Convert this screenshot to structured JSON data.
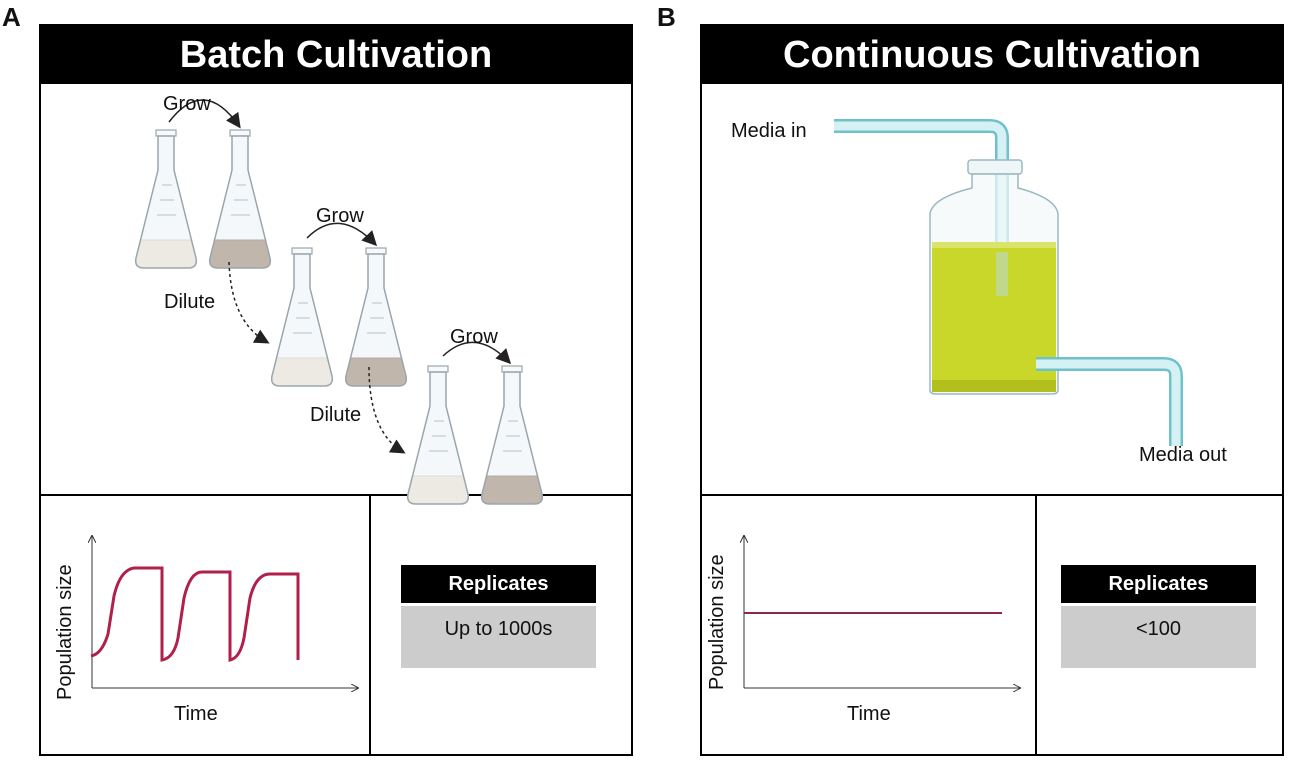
{
  "panels": {
    "a": {
      "letter": "A",
      "title": "Batch Cultivation",
      "grow_labels": [
        "Grow",
        "Grow",
        "Grow"
      ],
      "dilute_labels": [
        "Dilute",
        "Dilute"
      ],
      "plot": {
        "ylabel": "Population size",
        "xlabel": "Time",
        "line_color": "#b0204a"
      },
      "replicates": {
        "header": "Replicates",
        "value": "Up to 1000s"
      }
    },
    "b": {
      "letter": "B",
      "title": "Continuous Cultivation",
      "media_in": "Media in",
      "media_out": "Media out",
      "plot": {
        "ylabel": "Population size",
        "xlabel": "Time",
        "line_color": "#8b2a44"
      },
      "replicates": {
        "header": "Replicates",
        "value": "<100"
      }
    }
  },
  "colors": {
    "light_media": "#e8dcc4",
    "dark_media": "#7a5a3a",
    "green_media": "#c9d62a",
    "tube": "#a8dde3"
  },
  "icons": [
    "erlenmeyer-flask-icon",
    "arrow-icon",
    "chemostat-vessel-icon"
  ]
}
